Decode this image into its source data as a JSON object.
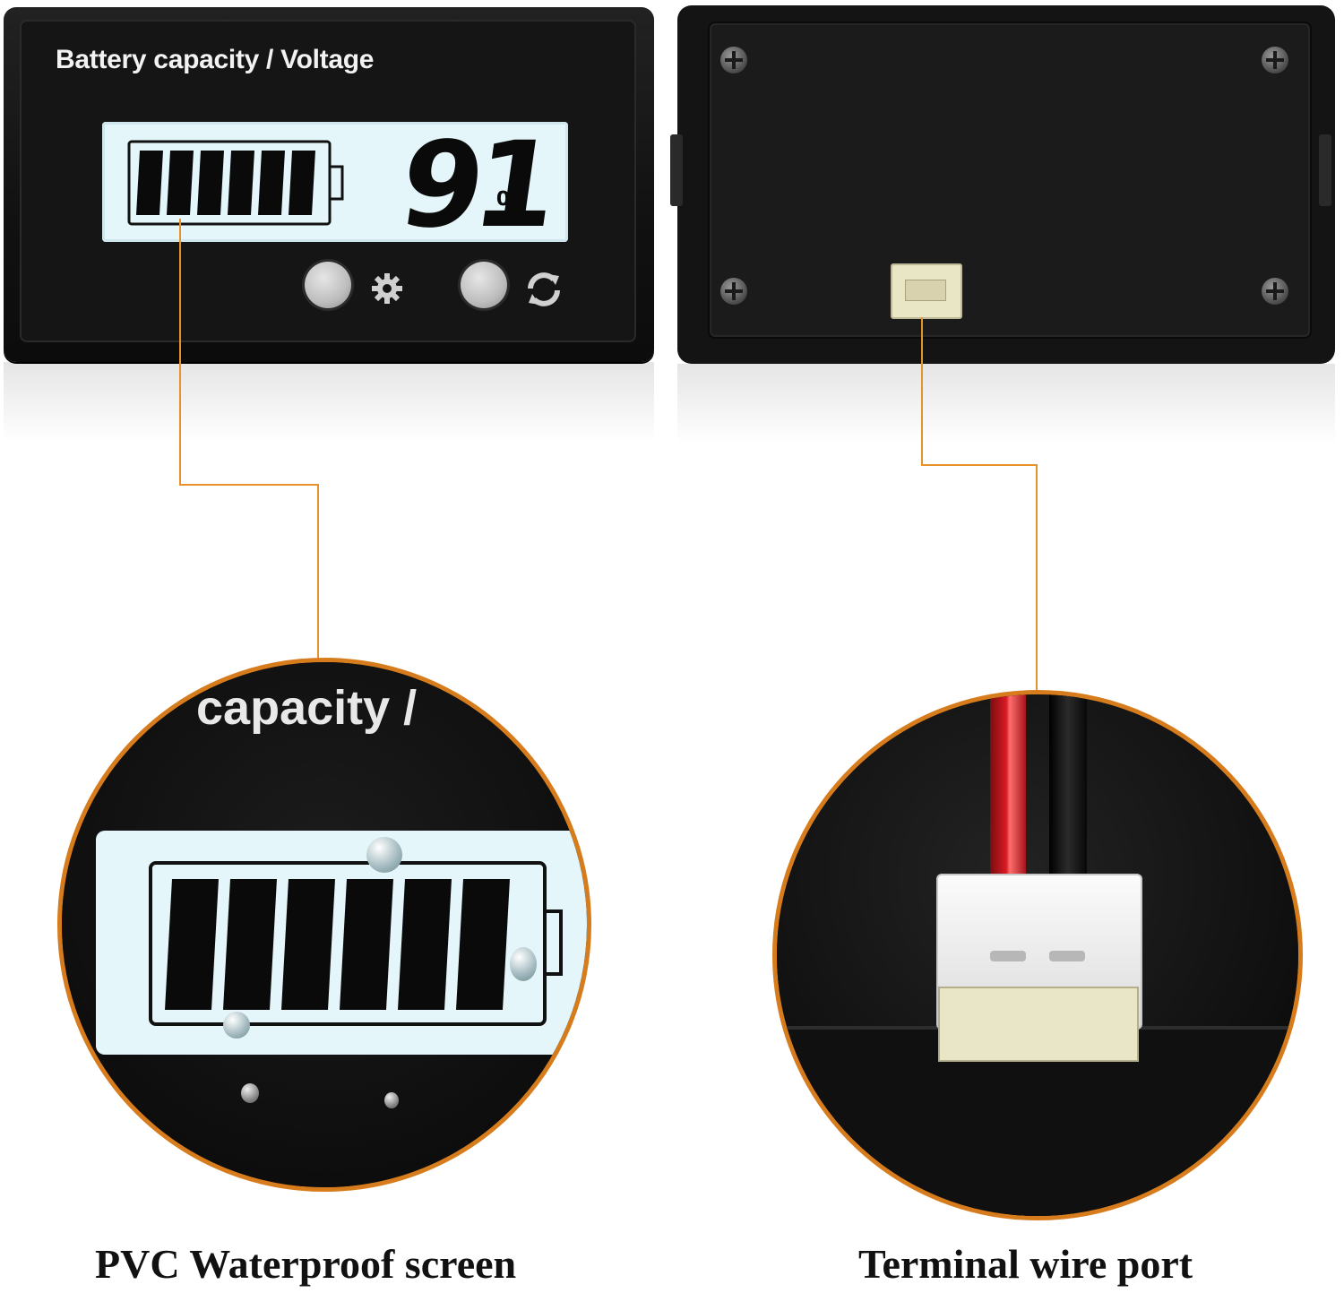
{
  "front": {
    "title": "Battery capacity / Voltage",
    "percent_value": "91",
    "percent_sign": "%",
    "battery_level_bars": 6
  },
  "zoom_left": {
    "text": "capacity /"
  },
  "captions": {
    "left": "PVC Waterproof screen",
    "right": "Terminal wire port"
  },
  "colors": {
    "accent": "#e7922a",
    "lcd": "#e4f6fa",
    "wire_red": "#c8161d",
    "wire_black": "#111111"
  },
  "icons": [
    "gear-icon",
    "refresh-icon"
  ]
}
